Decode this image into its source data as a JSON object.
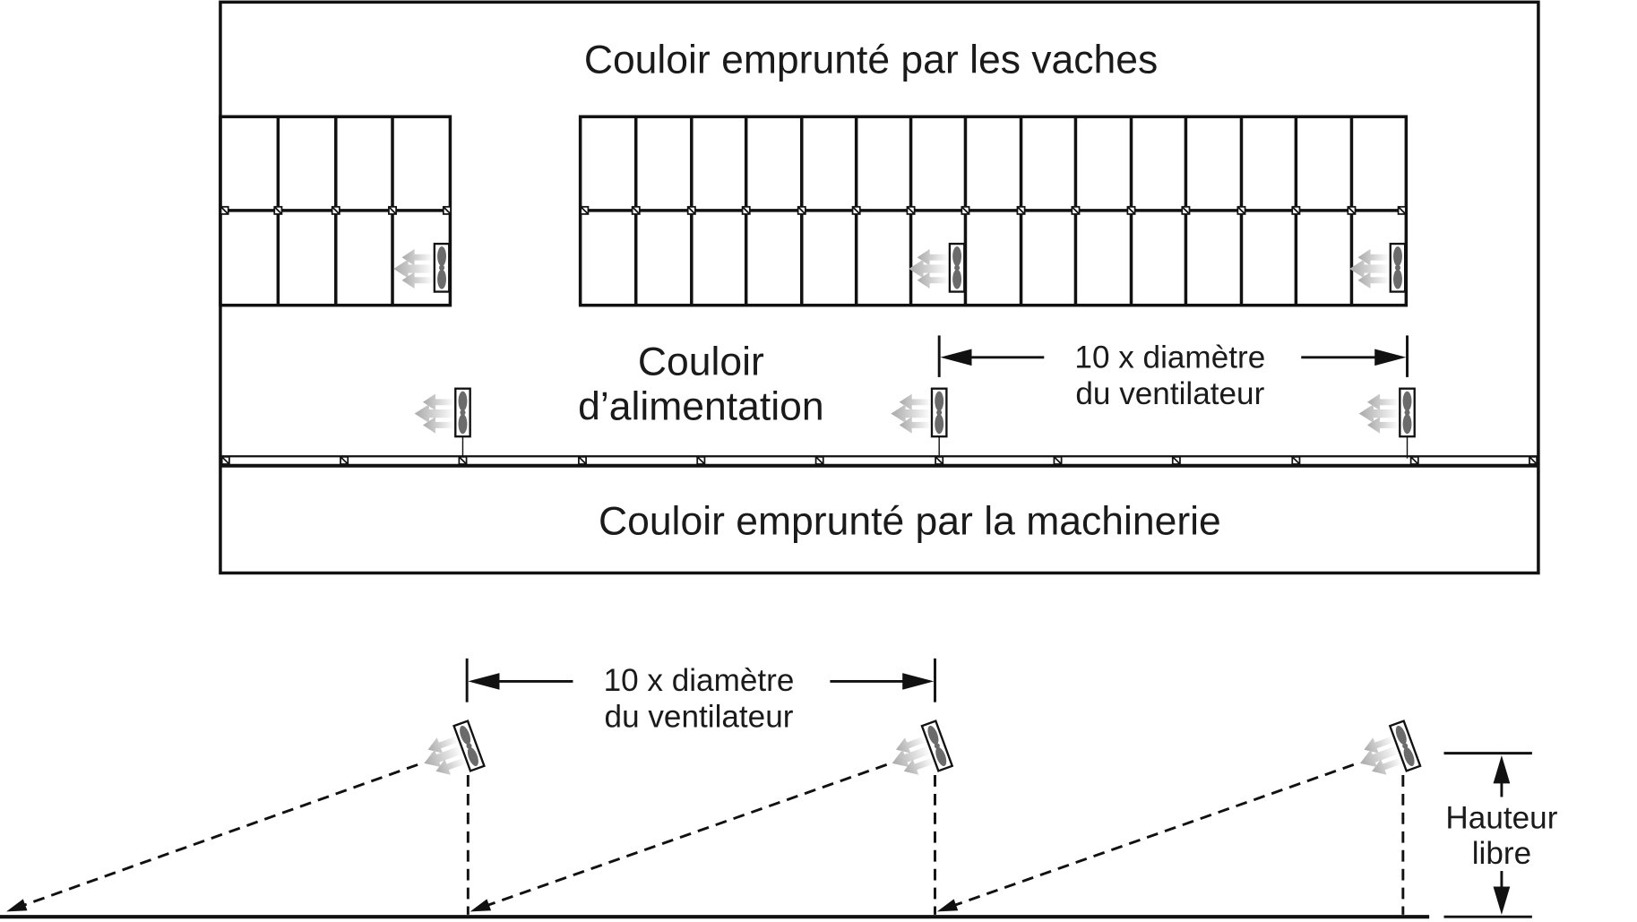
{
  "plan_view": {
    "top_alley_label": "Couloir emprunté par les vaches",
    "feed_alley_label_line1": "Couloir",
    "feed_alley_label_line2": "d’alimentation",
    "bottom_alley_label": "Couloir emprunté par la machinerie",
    "spacing_label_line1": "10 x diamètre",
    "spacing_label_line2": "du ventilateur",
    "left_stall_group_columns": 4,
    "right_stall_group_columns": 15,
    "fans_over_stalls": 3,
    "fans_over_feed_alley": 3
  },
  "section_view": {
    "spacing_label_line1": "10 x diamètre",
    "spacing_label_line2": "du ventilateur",
    "clearance_label_line1": "Hauteur",
    "clearance_label_line2": "libre",
    "fan_count": 3
  },
  "colors": {
    "line": "#111111",
    "fan_blade": "#6b6b6b",
    "airflow_arrow": "#b5b5b5"
  },
  "icons": [
    "fan-icon",
    "airflow-arrows-icon",
    "dimension-arrow-icon"
  ]
}
